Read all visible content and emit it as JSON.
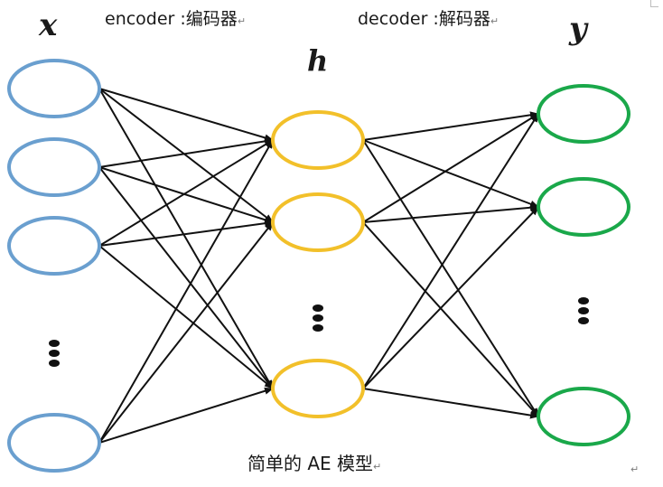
{
  "labels": {
    "encoder": "encoder :编码器",
    "decoder": "decoder :解码器",
    "input_var": "x",
    "hidden_var": "h",
    "output_var": "y",
    "caption": "简单的 AE 模型",
    "para_mark": "↵"
  },
  "colors": {
    "input_node": "#6a9fcf",
    "hidden_node": "#f2c02a",
    "output_node": "#1aa84a",
    "edge": "#111111",
    "dots": "#111111"
  },
  "layers": {
    "input": {
      "shown_nodes": 4,
      "ellipsis": true,
      "ellipsis_after": 3
    },
    "hidden": {
      "shown_nodes": 3,
      "ellipsis": true,
      "ellipsis_after": 2
    },
    "output": {
      "shown_nodes": 3,
      "ellipsis": true,
      "ellipsis_after": 2
    }
  },
  "connections": [
    "input->hidden (fully connected)",
    "hidden->output (fully connected)"
  ]
}
